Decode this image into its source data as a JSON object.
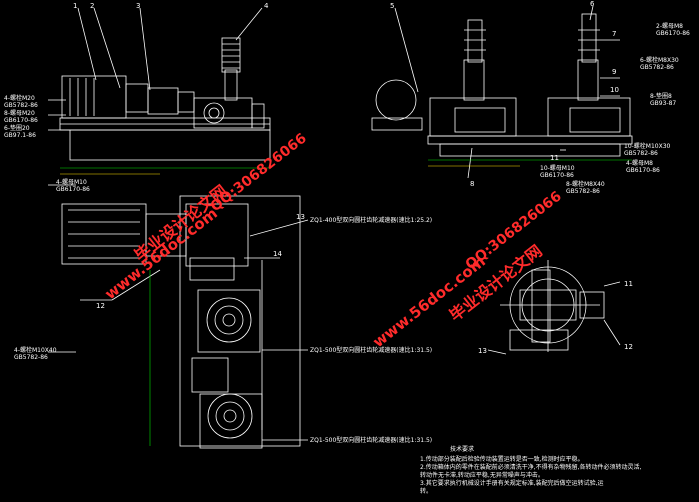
{
  "colors": {
    "background": "#000000",
    "line": "#ffffff",
    "dim": "#00e000",
    "accent": "#ffe000",
    "watermark": "#ff2b2b"
  },
  "views": {
    "front": {
      "leaders": [
        "1",
        "2",
        "3",
        "4"
      ],
      "labels": [
        "4-螺栓M20",
        "GB5782-86",
        "8-螺母M20",
        "GB6170-86",
        "6-垫圈20",
        "GB97.1-86"
      ]
    },
    "side": {
      "leaders": [
        "5",
        "6",
        "7",
        "8",
        "9",
        "10",
        "11"
      ],
      "labels": [
        "2-螺母M8",
        "GB6170-86",
        "6-螺栓M8X30",
        "GB5782-86",
        "8-垫圈8",
        "GB93-87",
        "10-螺栓M10X30",
        "GB5782-86",
        "10-螺母M10",
        "GB6170-86",
        "8-螺栓M8X40",
        "GB5782-86",
        "4-螺母M8",
        "GB6170-86"
      ]
    },
    "plan": {
      "leaders": [
        "12",
        "13",
        "14"
      ],
      "labels": [
        "4-螺母M10",
        "GB6170-86",
        "4-螺栓M10X40",
        "GB5782-86"
      ],
      "reducer_notes": [
        "ZQ1-400型双向圆柱齿轮减速器(速比1:25.2)",
        "ZQ1-500型双向圆柱齿轮减速器(速比1:31.5)",
        "ZQ1-500型双向圆柱齿轮减速器(速比1:31.5)"
      ]
    },
    "detail": {
      "leaders": [
        "11",
        "12",
        "13"
      ]
    }
  },
  "tech_requirements": {
    "title": "技术要求",
    "items": [
      "1.传动部分装配后检验传动装置运转是否一致,检测时应平稳。",
      "2.传动箱体内的零件在装配前必须清洗干净,不得有杂物残留,各转动件必须转动灵活,",
      "  转动件无卡滞,转动应平稳,无异常噪声与冲击。",
      "3.其它要求执行机械设计手册有关规定标准,装配完后做空运转试验,运",
      "  转。"
    ]
  },
  "watermarks": {
    "site_name": "毕业设计论文网",
    "url": "www.56doc.com",
    "qq": "QQ:306826066"
  }
}
